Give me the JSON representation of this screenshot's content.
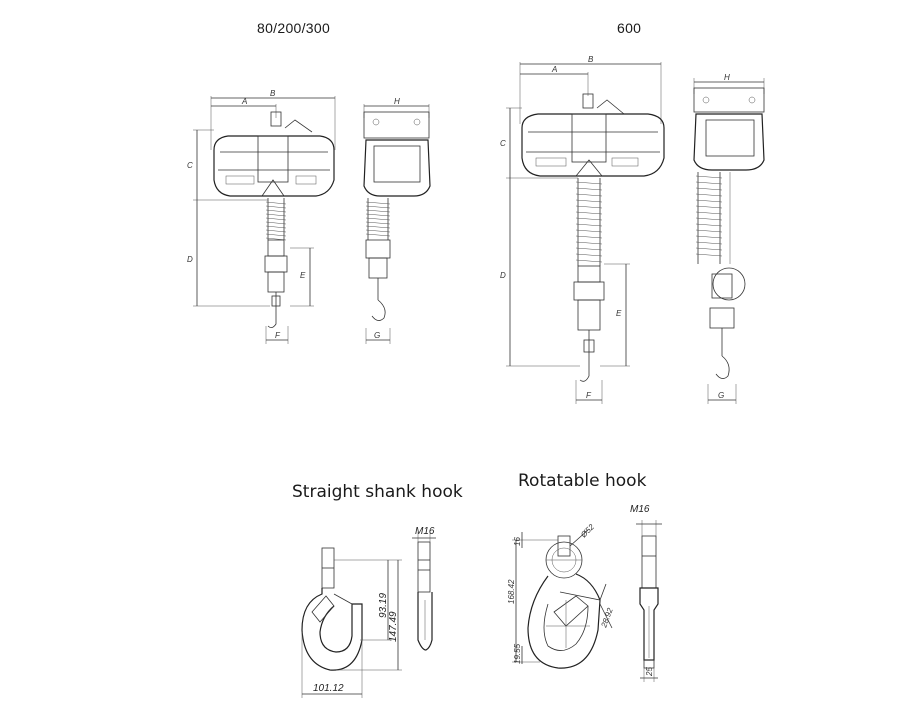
{
  "labels": {
    "model_small": "80/200/300",
    "model_large": "600",
    "straight_hook": "Straight shank hook",
    "rotatable_hook": "Rotatable hook"
  },
  "dims_small": {
    "a": "A",
    "b": "B",
    "c": "C",
    "d": "D",
    "e": "E",
    "f": "F",
    "g": "G",
    "h": "H"
  },
  "dims_large": {
    "a": "A",
    "b": "B",
    "c": "C",
    "d": "D",
    "e": "E",
    "f": "F",
    "g": "G",
    "h": "H"
  },
  "straight_hook_dims": {
    "thread": "M16",
    "d1": "93.19",
    "d2": "147.49",
    "width": "101.12"
  },
  "rotatable_hook_dims": {
    "thread": "M16",
    "d1": "16",
    "d2": "Ø52",
    "d3": "168.42",
    "d4": "28.92",
    "d5": "19.55",
    "d6": "25"
  },
  "colors": {
    "line": "#333333",
    "text": "#1a1a1a",
    "background": "#ffffff"
  }
}
